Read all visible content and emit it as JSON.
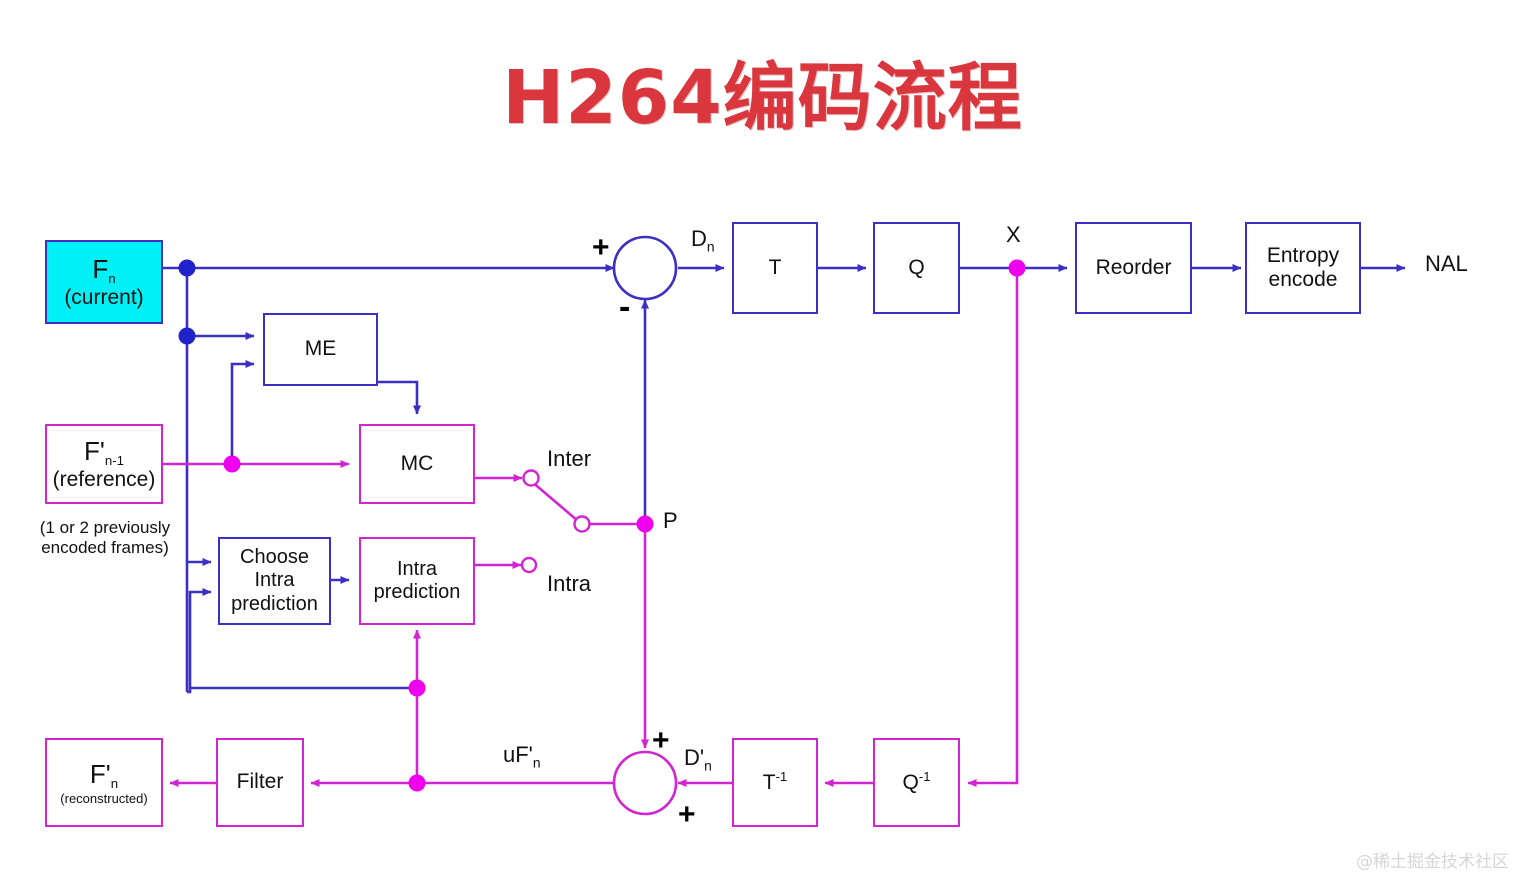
{
  "page": {
    "title": "H264编码流程",
    "watermark": "@稀土掘金技术社区",
    "title_color": "#d9363e",
    "blue": "#3b2fc4",
    "magenta": "#d224d2",
    "cyan_fill": "#00f0f5"
  },
  "boxes": {
    "fn_current": {
      "line1": "F",
      "sub1": "n",
      "line2": "(current)"
    },
    "f_ref": {
      "line1": "F'",
      "sub1": "n-1",
      "line2": "(reference)"
    },
    "f_ref_caption": "(1 or 2 previously\nencoded frames)",
    "me": "ME",
    "mc": "MC",
    "choose_intra": "Choose\nIntra\nprediction",
    "intra_prediction": "Intra\nprediction",
    "transform": "T",
    "quantize": "Q",
    "reorder": "Reorder",
    "entropy_encode": "Entropy\nencode",
    "inv_transform": "T",
    "inv_transform_sup": "-1",
    "inv_quantize": "Q",
    "inv_quantize_sup": "-1",
    "filter": "Filter",
    "fn_reconstructed": {
      "line1": "F'",
      "sub1": "n",
      "line2": "(reconstructed)"
    }
  },
  "labels": {
    "dn": "D",
    "dn_sub": "n",
    "dn_prime": "D'",
    "dn_prime_sub": "n",
    "x": "X",
    "p": "P",
    "nal": "NAL",
    "inter": "Inter",
    "intra": "Intra",
    "ufn": "uF'",
    "ufn_sub": "n",
    "plus_top": "+",
    "minus_top": "-",
    "plus_bottom_1": "+",
    "plus_bottom_2": "+"
  },
  "chart_data": {
    "type": "diagram",
    "title": "H264编码流程",
    "nodes": [
      "Fn (current)",
      "F'n-1 (reference)",
      "ME",
      "MC",
      "Choose Intra prediction",
      "Intra prediction",
      "Sum (+/-)",
      "T",
      "Q",
      "Reorder",
      "Entropy encode",
      "NAL",
      "Q-1",
      "T-1",
      "Sum (+/+)",
      "Filter",
      "F'n (reconstructed)"
    ],
    "edges": [
      "Fn -> Sum(+)",
      "Fn -> ME",
      "F'n-1 -> ME",
      "F'n-1 -> MC",
      "ME -> MC",
      "MC -> Inter terminal",
      "Intra prediction -> Intra terminal",
      "Switch -> P -> Sum(-)",
      "Sum -> Dn -> T -> Q -> X -> Reorder -> Entropy encode -> NAL",
      "X -> Q-1 -> T-1 -> D'n -> Sum2(+)",
      "P -> Sum2(+)",
      "Sum2 -> uF'n -> Filter -> F'n (reconstructed)",
      "uF'n junction -> Intra prediction",
      "uF'n junction -> Choose Intra prediction",
      "Fn -> Choose Intra prediction"
    ]
  }
}
